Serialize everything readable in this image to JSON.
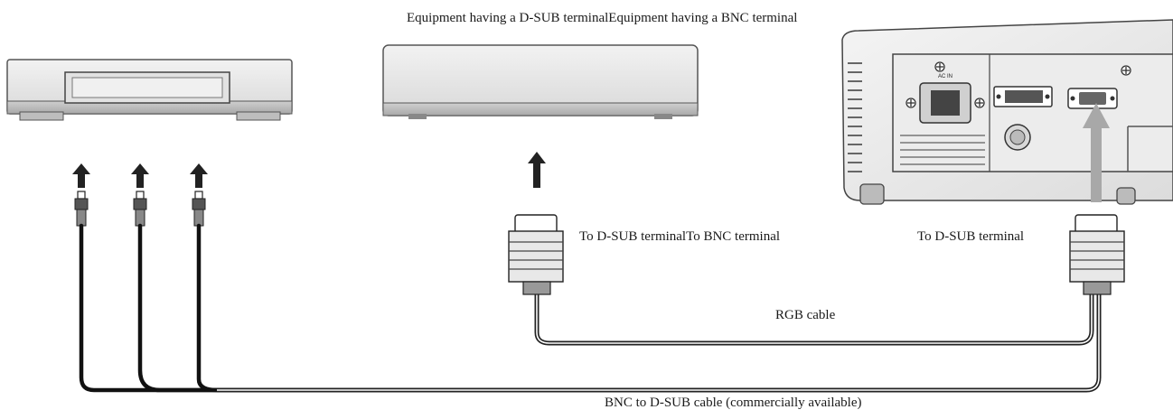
{
  "labels": {
    "top_equipment": "Equipment having a D-SUB terminalEquipment having a BNC terminal",
    "to_dsub_bnc": "To D-SUB terminalTo BNC terminal",
    "to_dsub": "To D-SUB terminal",
    "rgb_cable": "RGB cable",
    "bnc_cable": "BNC to D-SUB cable (commercially available)"
  },
  "projector_panel": {
    "ac_in": "AC IN"
  },
  "icons": [
    "arrow-up-icon",
    "bnc-plug-icon",
    "dsub-plug-icon",
    "ground-screw-icon"
  ]
}
